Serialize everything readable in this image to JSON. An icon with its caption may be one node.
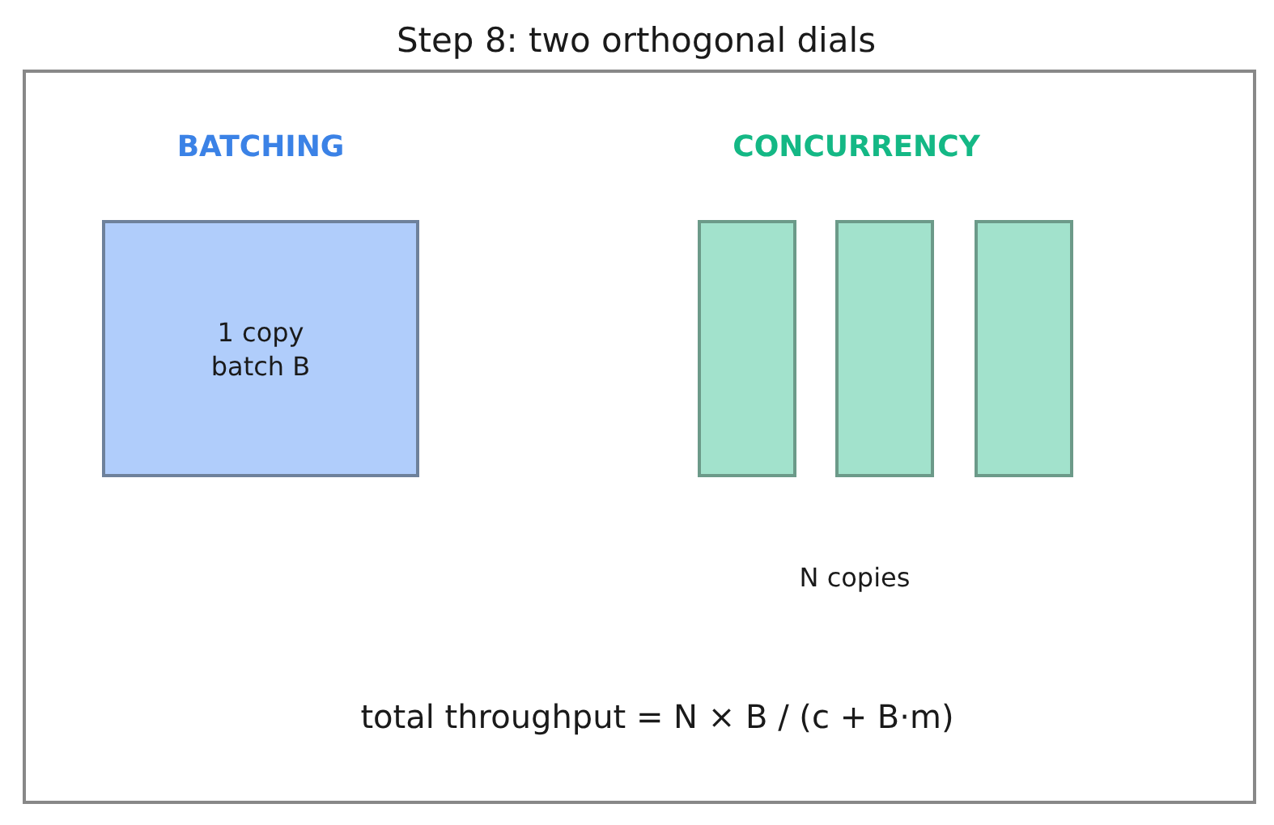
{
  "diagram": {
    "title": "Step 8: two orthogonal dials",
    "nodes": [
      {
        "text": [
          "1 copy batch B"
        ]
      },
      {
        "text": [],
        "shape": "box"
      },
      {
        "text": [],
        "shape": "box"
      },
      {
        "text": [],
        "shape": "box"
      }
    ],
    "labels": [
      "BATCHING",
      "CONCURRENCY",
      "N copies",
      "total throughput = N × B / (c + B·m)"
    ]
  }
}
